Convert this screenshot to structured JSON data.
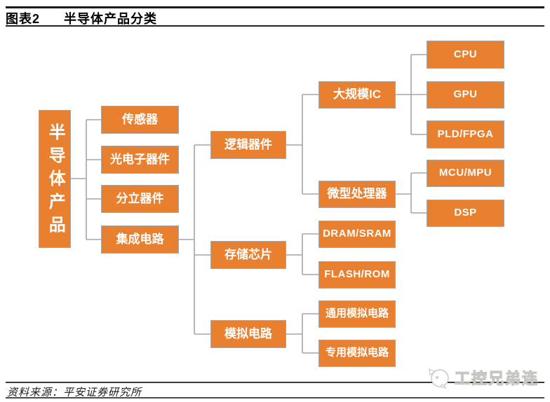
{
  "header": {
    "figure_label": "图表2",
    "title": "半导体产品分类"
  },
  "tree": {
    "root": {
      "label": "半导体产品",
      "children": [
        {
          "label": "传感器"
        },
        {
          "label": "光电子器件"
        },
        {
          "label": "分立器件"
        },
        {
          "label": "集成电路",
          "children": [
            {
              "label": "逻辑器件",
              "children": [
                {
                  "label": "大规模IC",
                  "children": [
                    {
                      "label": "CPU"
                    },
                    {
                      "label": "GPU"
                    },
                    {
                      "label": "PLD/FPGA"
                    }
                  ]
                },
                {
                  "label": "微型处理器",
                  "children": [
                    {
                      "label": "MCU/MPU"
                    },
                    {
                      "label": "DSP"
                    }
                  ]
                }
              ]
            },
            {
              "label": "存储芯片",
              "children": [
                {
                  "label": "DRAM/SRAM"
                },
                {
                  "label": "FLASH/ROM"
                }
              ]
            },
            {
              "label": "模拟电路",
              "children": [
                {
                  "label": "通用模拟电路"
                },
                {
                  "label": "专用模拟电路"
                }
              ]
            }
          ]
        }
      ]
    }
  },
  "footer": {
    "source": "资料来源：平安证券研究所"
  },
  "watermark": {
    "text": "工控兄弟连",
    "icon": "robot-mascot-icon"
  },
  "colors": {
    "node_fill": "#E8802F",
    "node_border": "#A6A6A6",
    "connector": "#A6A6A6",
    "rule": "#1A1A1A"
  }
}
